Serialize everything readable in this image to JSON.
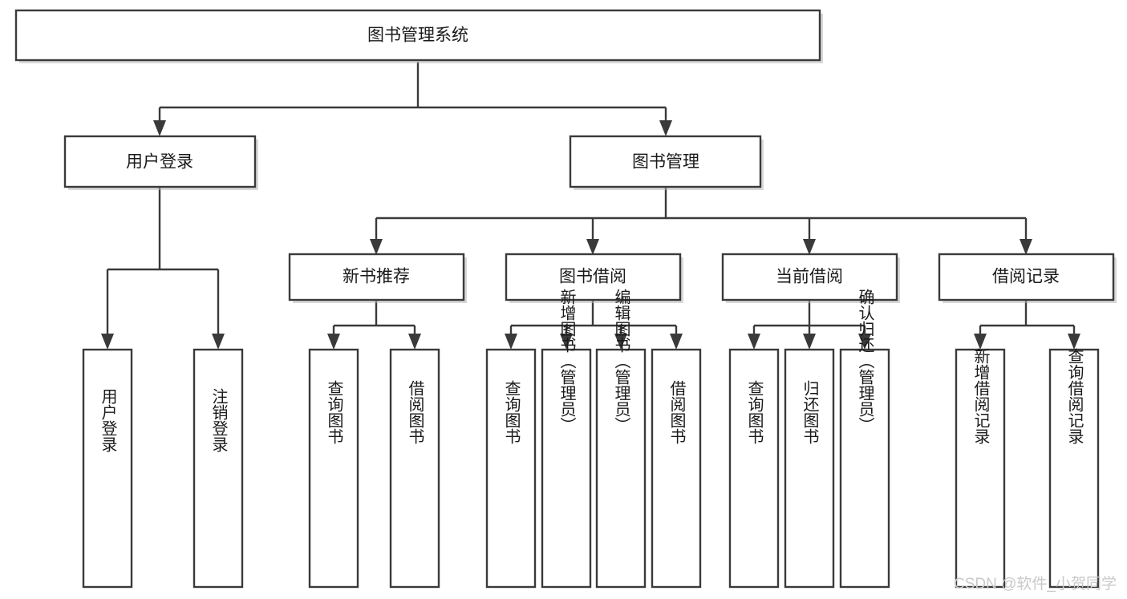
{
  "diagram": {
    "title": "图书管理系统",
    "type": "hierarchy-tree",
    "watermark": "CSDN @软件_小贺同学",
    "colors": {
      "box_stroke": "#3a3a3a",
      "box_fill": "#ffffff",
      "text": "#1a1a1a",
      "connector": "#3a3a3a",
      "watermark": "#c9c9c9",
      "background": "#ffffff"
    },
    "levels": {
      "root": {
        "label": "图书管理系统"
      },
      "level2": [
        {
          "label": "用户登录"
        },
        {
          "label": "图书管理"
        }
      ],
      "level3": [
        {
          "label": "新书推荐"
        },
        {
          "label": "图书借阅"
        },
        {
          "label": "当前借阅"
        },
        {
          "label": "借阅记录"
        }
      ],
      "leaves": {
        "user_login": [
          {
            "label": "用户登录"
          },
          {
            "label": "注销登录"
          }
        ],
        "new_book_recommend": [
          {
            "label": "查询图书"
          },
          {
            "label": "借阅图书"
          }
        ],
        "book_borrow": [
          {
            "label": "查询图书"
          },
          {
            "label": "新增图书（管理员）"
          },
          {
            "label": "编辑图书（管理员）"
          },
          {
            "label": "借阅图书"
          }
        ],
        "current_borrow": [
          {
            "label": "查询图书"
          },
          {
            "label": "归还图书"
          },
          {
            "label": "确认归还（管理员）"
          }
        ],
        "borrow_record": [
          {
            "label": "新增借阅记录"
          },
          {
            "label": "查询借阅记录"
          }
        ]
      }
    }
  }
}
